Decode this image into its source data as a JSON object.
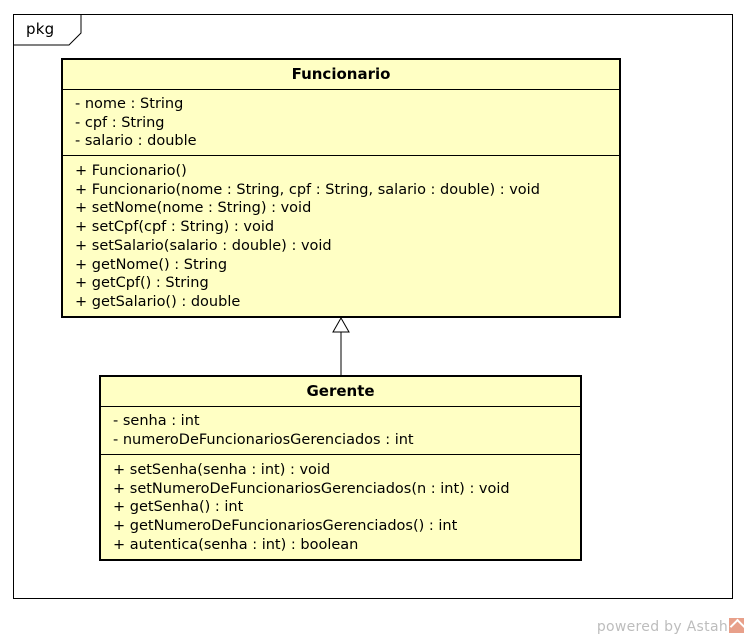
{
  "package": {
    "label": "pkg"
  },
  "classes": [
    {
      "name": "Funcionario",
      "attributes": [
        "- nome : String",
        "- cpf : String",
        "- salario : double"
      ],
      "operations": [
        "+ Funcionario()",
        "+ Funcionario(nome : String, cpf : String, salario : double) : void",
        "+ setNome(nome : String) : void",
        "+ setCpf(cpf : String) : void",
        "+ setSalario(salario : double) : void",
        "+ getNome() : String",
        "+ getCpf() : String",
        "+ getSalario() : double"
      ]
    },
    {
      "name": "Gerente",
      "attributes": [
        "- senha : int",
        "- numeroDeFuncionariosGerenciados : int"
      ],
      "operations": [
        "+ setSenha(senha : int) : void",
        "+ setNumeroDeFuncionariosGerenciados(n : int) : void",
        "+ getSenha() : int",
        "+ getNumeroDeFuncionariosGerenciados() : int",
        "+ autentica(senha : int) : boolean"
      ]
    }
  ],
  "relationships": [
    {
      "type": "generalization",
      "from": "Gerente",
      "to": "Funcionario"
    }
  ],
  "footer": {
    "text": "powered by Astah"
  },
  "colors": {
    "class_fill": "#ffffc4",
    "border": "#000000",
    "footer_text": "#bdbdbd"
  }
}
